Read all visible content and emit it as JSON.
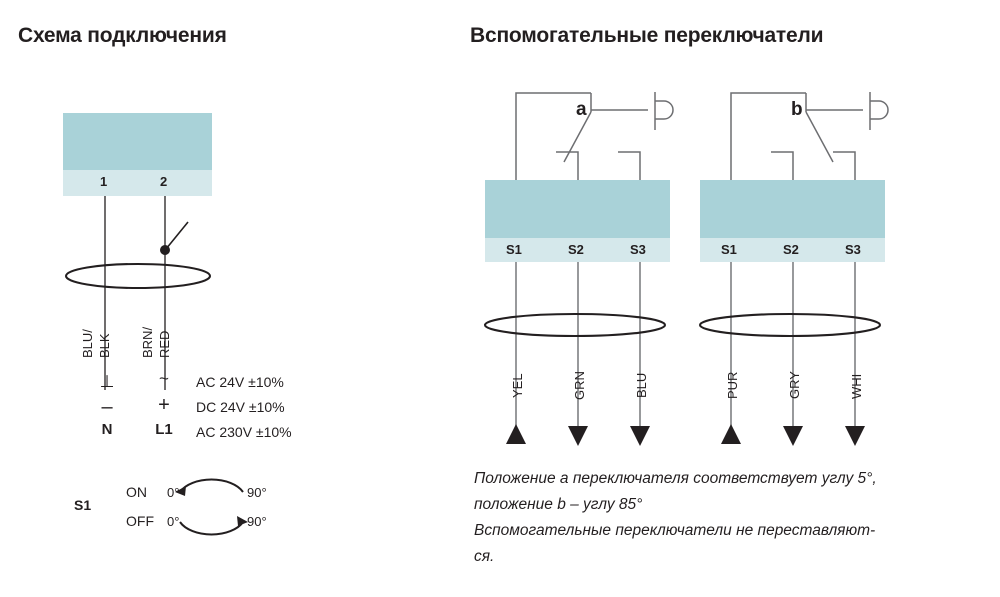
{
  "sections": {
    "left": {
      "title": "Схема подключения",
      "device_terminals": [
        "1",
        "2"
      ],
      "wire_labels": [
        {
          "line1": "BLU/",
          "line2": "BLK"
        },
        {
          "line1": "BRN/",
          "line2": "RED"
        }
      ],
      "symbols": {
        "ground": "⊥",
        "minus": "–",
        "neutral": "N",
        "ac": "~",
        "plus": "+",
        "line": "L1"
      },
      "specs": [
        "AC 24V ±10%",
        "DC 24V ±10%",
        "AC 230V ±10%"
      ],
      "switch_table": {
        "name": "S1",
        "rows": [
          {
            "state": "ON",
            "from": "0°",
            "to": "90°",
            "direction": "left"
          },
          {
            "state": "OFF",
            "from": "0°",
            "to": "90°",
            "direction": "right"
          }
        ]
      }
    },
    "right": {
      "title": "Вспомогательные переключатели",
      "switches": [
        {
          "letter": "a",
          "terminals": [
            "S1",
            "S2",
            "S3"
          ],
          "wires": [
            {
              "label": "YEL",
              "arrow": "up"
            },
            {
              "label": "GRN",
              "arrow": "down"
            },
            {
              "label": "BLU",
              "arrow": "down"
            }
          ]
        },
        {
          "letter": "b",
          "terminals": [
            "S1",
            "S2",
            "S3"
          ],
          "wires": [
            {
              "label": "PUR",
              "arrow": "up"
            },
            {
              "label": "GRY",
              "arrow": "down"
            },
            {
              "label": "WHI",
              "arrow": "down"
            }
          ]
        }
      ],
      "caption": "Положение а переключателя соответствует углу 5°, положение b – углу 85° Вспомогательные переключатели не переставляют-ся.",
      "caption_lines": [
        "Положение а переключателя соответствует углу 5°,",
        "положение b – углу 85°",
        "Вспомогательные переключатели не переставляют-",
        "ся."
      ]
    }
  },
  "colors": {
    "box_body": "#a9d2d8",
    "box_strip": "#d5e8eb",
    "line": "#231f20",
    "thin_line": "#6d6e71",
    "text": "#231f20"
  }
}
